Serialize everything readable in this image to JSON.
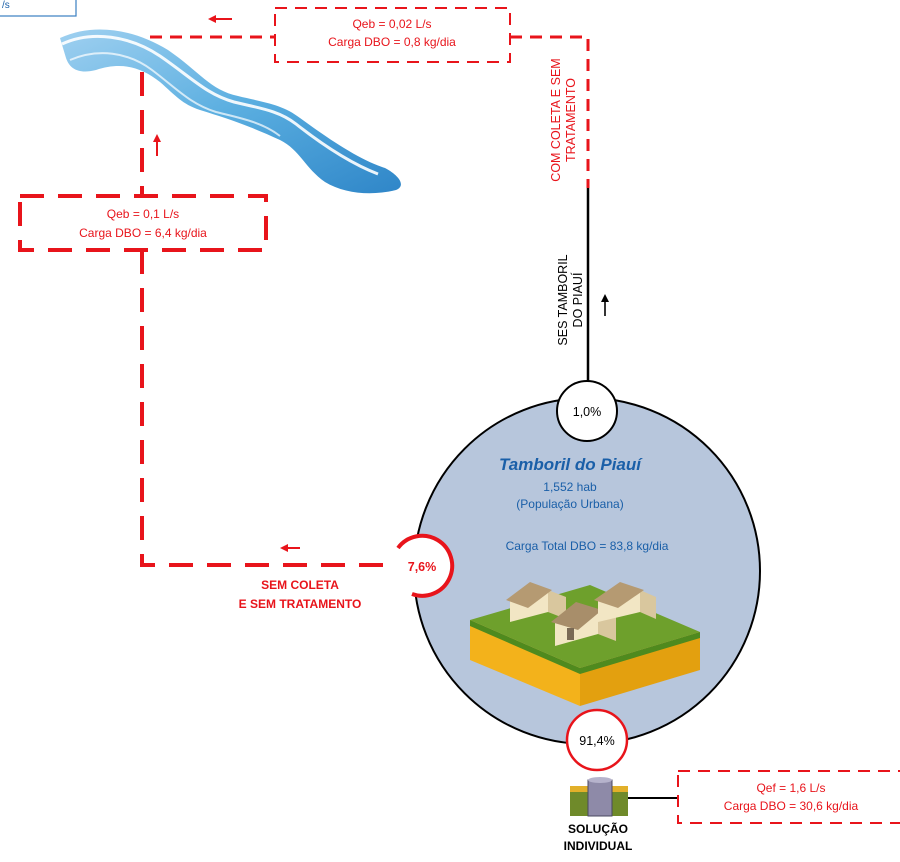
{
  "corner_box": {
    "text": "/s"
  },
  "river_top_flow": {
    "line1": "Qeb = 0,02 L/s",
    "line2": "Carga DBO = 0,8 kg/dia"
  },
  "river_left_flow": {
    "line1": "Qeb = 0,1 L/s",
    "line2": "Carga DBO = 6,4 kg/dia"
  },
  "com_coleta": {
    "line1": "COM COLETA E SEM",
    "line2": "TRATAMENTO"
  },
  "ses": {
    "line1": "SES TAMBORIL",
    "line2": "DO PIAUÍ"
  },
  "percent_ses": "1,0%",
  "city": {
    "name": "Tamboril do Piauí",
    "population": "1,552 hab",
    "population_type": "(População Urbana)",
    "total_load": "Carga Total DBO = 83,8 kg/dia"
  },
  "percent_sem_coleta": "7,6%",
  "sem_coleta": {
    "line1": "SEM COLETA",
    "line2": "E SEM TRATAMENTO"
  },
  "percent_individual": "91,4%",
  "individual_flow": {
    "line1": "Qef = 1,6 L/s",
    "line2": "Carga DBO = 30,6 kg/dia"
  },
  "individual": {
    "line1": "SOLUÇÃO",
    "line2": "INDIVIDUAL"
  },
  "colors": {
    "red": "#e8141b",
    "blue": "#1a5fa8",
    "circle_fill": "#b7c6dc",
    "river": "#3a8fd0"
  }
}
